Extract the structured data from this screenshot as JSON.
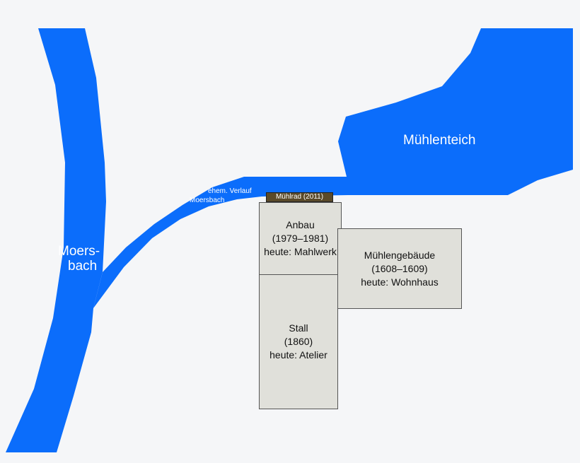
{
  "colors": {
    "water": "#0b6dfb",
    "background": "#f5f6f8",
    "building": "#e0e0da",
    "building_border": "#555555",
    "wheel": "#5a4a2a"
  },
  "labels": {
    "pond": "Mühlenteich",
    "stream_line1": "Moers-",
    "stream_line2": "bach",
    "old_course_line1": "ehem. Verlauf",
    "old_course_line2": "Moersbach",
    "wheel": "Mühlrad (2011)"
  },
  "buildings": {
    "anbau": {
      "name": "Anbau",
      "years": "(1979–1981)",
      "use": "heute: Mahlwerk"
    },
    "stall": {
      "name": "Stall",
      "years": "(1860)",
      "use": "heute: Atelier"
    },
    "main": {
      "name": "Mühlengebäude",
      "years": "(1608–1609)",
      "use": "heute: Wohnhaus"
    }
  }
}
